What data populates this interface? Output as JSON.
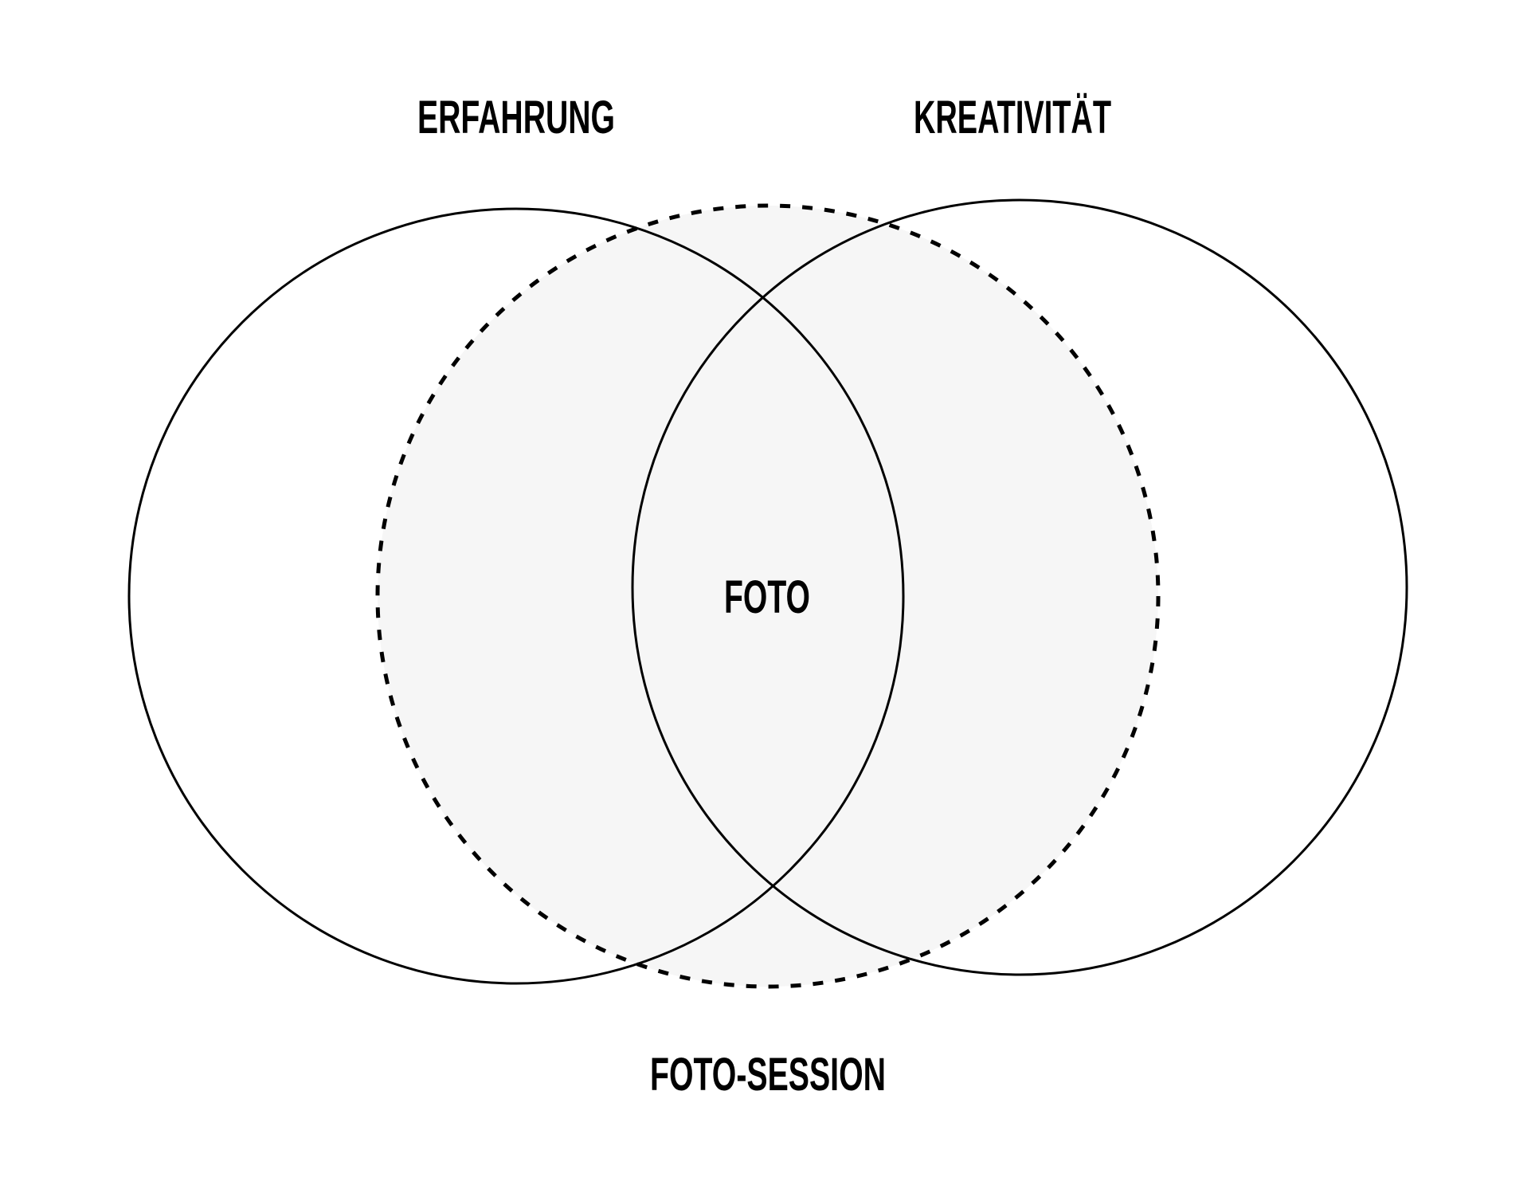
{
  "diagram": {
    "labels": {
      "experience": "ERFAHRUNG",
      "creativity": "KREATIVITÄT",
      "center": "FOTO",
      "session": "FOTO-SESSION"
    },
    "colors": {
      "stroke": "#000000",
      "session_fill": "#f6f6f6",
      "background": "#ffffff"
    }
  }
}
